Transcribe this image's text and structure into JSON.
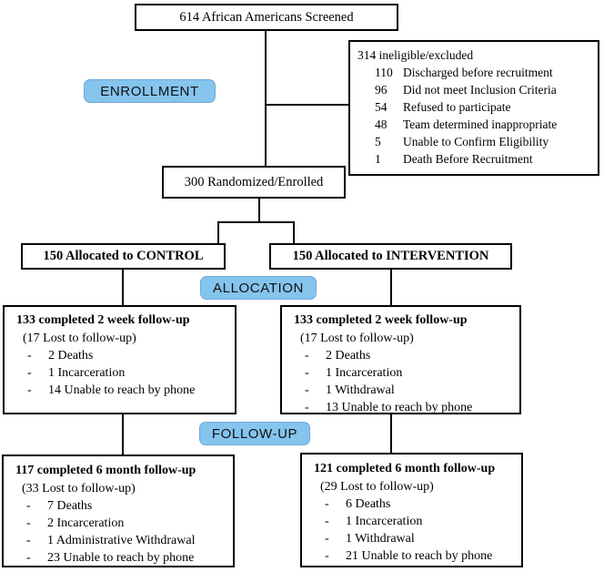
{
  "palette": {
    "stage_label_bg": "#85C4ED",
    "stage_label_border": "#6FA8DC",
    "stage_label_text": "#111111",
    "box_border": "#000000",
    "background": "#FFFFFF"
  },
  "misc": {
    "bullet": "-"
  },
  "stage_labels": {
    "enrollment": "ENROLLMENT",
    "allocation": "ALLOCATION",
    "followup": "FOLLOW-UP"
  },
  "boxes": {
    "screened": {
      "text": "614 African Americans Screened"
    },
    "excluded": {
      "title": "314 ineligible/excluded",
      "items": [
        {
          "n": "110",
          "label": "Discharged before recruitment"
        },
        {
          "n": "96",
          "label": "Did not meet Inclusion Criteria"
        },
        {
          "n": "54",
          "label": "Refused to participate"
        },
        {
          "n": "48",
          "label": "Team determined inappropriate"
        },
        {
          "n": "5",
          "label": "Unable to Confirm Eligibility"
        },
        {
          "n": "1",
          "label": "Death Before Recruitment"
        }
      ]
    },
    "randomized": {
      "text": "300 Randomized/Enrolled"
    },
    "control_alloc": {
      "text": "150 Allocated to CONTROL"
    },
    "intervention_alloc": {
      "text": "150 Allocated to INTERVENTION"
    },
    "control_2week": {
      "title": "133 completed 2 week follow-up",
      "lost": "(17 Lost to follow-up)",
      "items": [
        "2 Deaths",
        "1 Incarceration",
        "14 Unable to reach by phone"
      ]
    },
    "intervention_2week": {
      "title": "133 completed 2 week follow-up",
      "lost": "(17 Lost to follow-up)",
      "items": [
        "2 Deaths",
        "1 Incarceration",
        "1 Withdrawal",
        "13 Unable to reach by phone"
      ]
    },
    "control_6month": {
      "title": "117 completed 6 month follow-up",
      "lost": "(33 Lost to follow-up)",
      "items": [
        "7 Deaths",
        "2 Incarceration",
        "1 Administrative Withdrawal",
        "23 Unable to reach by phone"
      ]
    },
    "intervention_6month": {
      "title": "121 completed 6 month follow-up",
      "lost": "(29 Lost to follow-up)",
      "items": [
        "6 Deaths",
        "1 Incarceration",
        "1 Withdrawal",
        "21 Unable to reach by phone"
      ]
    }
  }
}
